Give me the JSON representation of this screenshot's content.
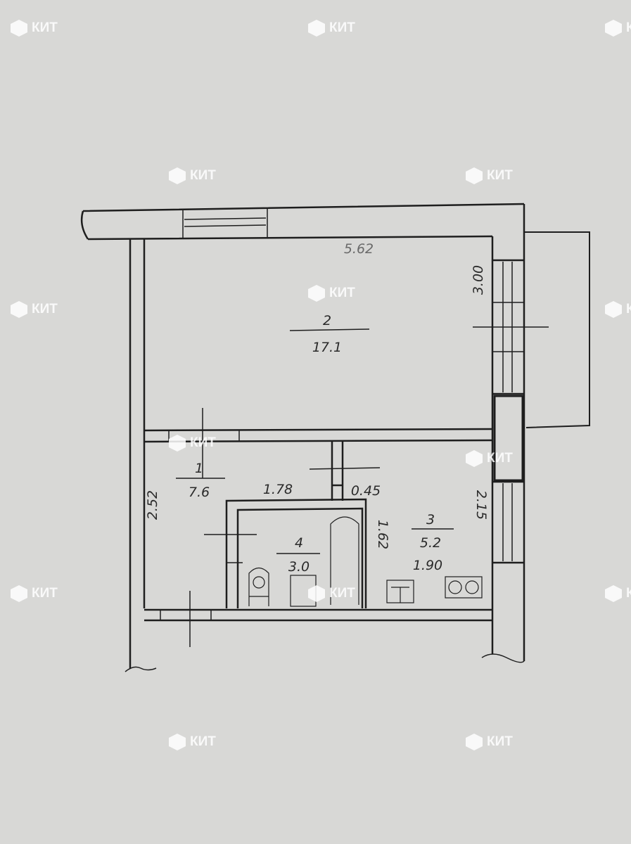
{
  "watermark": {
    "text": "КИТ",
    "count": 15
  },
  "plan": {
    "rooms": [
      {
        "number": "2",
        "area": "17.1"
      },
      {
        "number": "1",
        "area": "7.6"
      },
      {
        "number": "3",
        "area": "5.2"
      },
      {
        "number": "4",
        "area": "3.0"
      }
    ],
    "dimensions": {
      "room2_width": "5.62",
      "room2_depth": "3.00",
      "hall_width": "1.78",
      "vent_width": "0.45",
      "hall_depth": "2.52",
      "bath_depth": "1.62",
      "kitchen_width": "1.90",
      "kitchen_depth": "2.15"
    }
  }
}
